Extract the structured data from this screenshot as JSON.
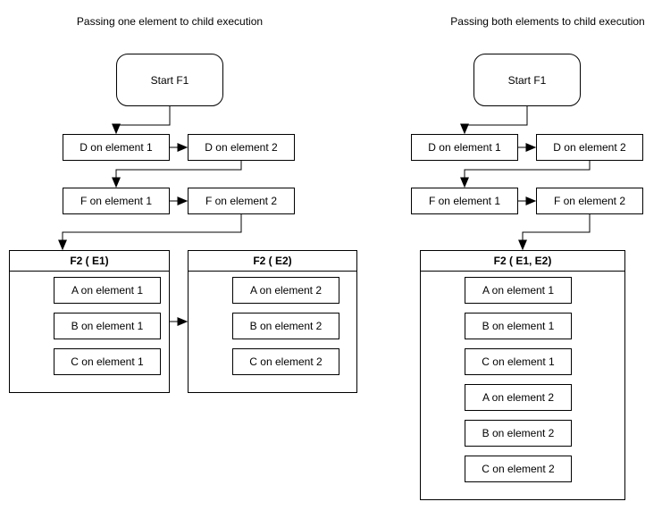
{
  "colors": {
    "stroke": "#000000",
    "background": "#ffffff"
  },
  "left": {
    "title": "Passing one element to child execution",
    "start_label": "Start F1",
    "d1": "D on element 1",
    "d2": "D on element 2",
    "f1": "F on element 1",
    "f2": "F on element 2",
    "container_e1": {
      "title": "F2 ( E1)",
      "items": [
        "A on element 1",
        "B on element 1",
        "C on element 1"
      ]
    },
    "container_e2": {
      "title": "F2 ( E2)",
      "items": [
        "A on element 2",
        "B on element 2",
        "C on element 2"
      ]
    }
  },
  "right": {
    "title": "Passing both elements to child execution",
    "start_label": "Start F1",
    "d1": "D on element 1",
    "d2": "D on element 2",
    "f1": "F on element 1",
    "f2": "F on element 2",
    "container_e1e2": {
      "title": "F2 ( E1, E2)",
      "items": [
        "A on element 1",
        "B on element 1",
        "C on element 1",
        "A on element 2",
        "B on element 2",
        "C on element 2"
      ]
    }
  }
}
